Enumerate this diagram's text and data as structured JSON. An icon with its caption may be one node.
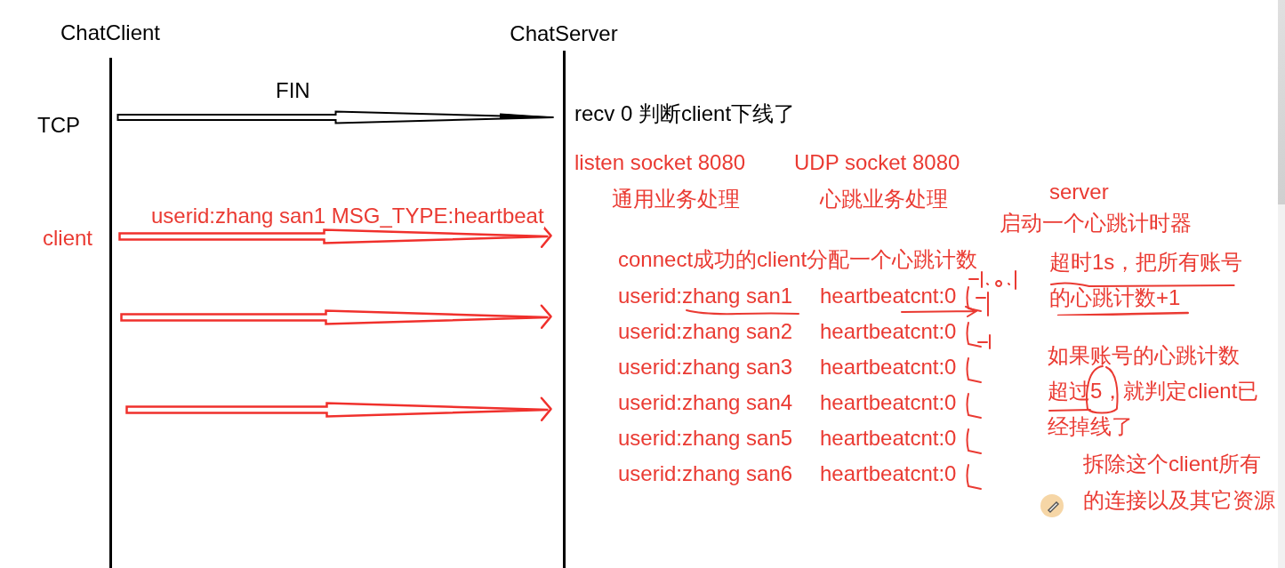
{
  "diagram": {
    "nodes": [
      {
        "text": [
          "ChatClient"
        ]
      },
      {
        "text": [
          "ChatServer"
        ]
      }
    ],
    "edges": [
      {
        "from": 0,
        "to": 1,
        "arrow": "to",
        "label": "FIN",
        "color": "#000000"
      },
      {
        "from": 0,
        "to": 1,
        "arrow": "to",
        "label": "userid:zhang san1 MSG_TYPE:heartbeat"
      },
      {
        "from": 0,
        "to": 1,
        "arrow": "to"
      },
      {
        "from": 0,
        "to": 1,
        "arrow": "to"
      }
    ],
    "labels": [
      "TCP",
      "recv 0 判断client下线了",
      "listen socket 8080",
      "UDP socket 8080",
      "server",
      "通用业务处理",
      "心跳业务处理",
      "启动一个心跳计时器",
      "client",
      "connect成功的client分配一个心跳计数",
      "超时1s，把所有账号的心跳计数+1",
      "userid:zhang san1",
      "heartbeatcnt:0",
      "userid:zhang san2",
      "heartbeatcnt:0",
      "如果账号的心跳计数超过5，就判定client已经掉线了",
      "userid:zhang san3",
      "heartbeatcnt:0",
      "userid:zhang san4",
      "heartbeatcnt:0",
      "userid:zhang san5",
      "heartbeatcnt:0",
      "拆除这个client所有的连接以及其它资源",
      "userid:zhang san6",
      "heartbeatcnt:0"
    ]
  }
}
